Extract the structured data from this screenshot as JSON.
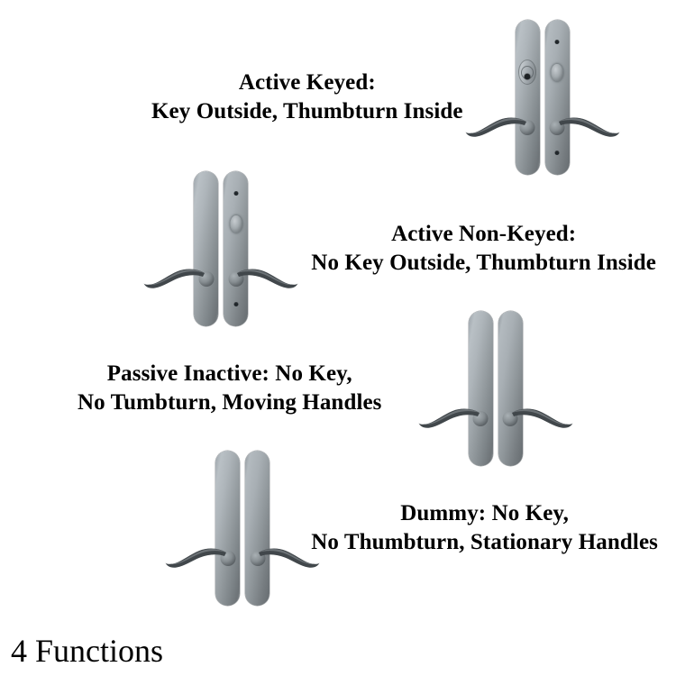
{
  "page": {
    "background_color": "#ffffff",
    "text_color": "#000000",
    "metal_color": "#9aa2a8",
    "footer_caption": "4 Functions"
  },
  "rows": [
    {
      "id": "active-keyed",
      "text_side": "left",
      "caption_lines": [
        "Active Keyed:",
        "Key Outside, Thumbturn Inside"
      ],
      "hardware": {
        "left_plate": {
          "has_keyhole": true,
          "has_thumbturn": false,
          "has_screws": false,
          "has_lever": true
        },
        "right_plate": {
          "has_keyhole": false,
          "has_thumbturn": true,
          "has_screws": true,
          "has_lever": true
        }
      }
    },
    {
      "id": "active-non-keyed",
      "text_side": "right",
      "caption_lines": [
        "Active Non-Keyed:",
        "No Key Outside, Thumbturn Inside"
      ],
      "hardware": {
        "left_plate": {
          "has_keyhole": false,
          "has_thumbturn": false,
          "has_screws": false,
          "has_lever": true
        },
        "right_plate": {
          "has_keyhole": false,
          "has_thumbturn": true,
          "has_screws": true,
          "has_lever": true
        }
      }
    },
    {
      "id": "passive-inactive",
      "text_side": "left",
      "caption_lines": [
        "Passive Inactive: No Key,",
        "No Tumbturn, Moving Handles"
      ],
      "hardware": {
        "left_plate": {
          "has_keyhole": false,
          "has_thumbturn": false,
          "has_screws": false,
          "has_lever": true
        },
        "right_plate": {
          "has_keyhole": false,
          "has_thumbturn": false,
          "has_screws": false,
          "has_lever": true
        }
      }
    },
    {
      "id": "dummy",
      "text_side": "right",
      "caption_lines": [
        "Dummy: No Key,",
        "No Thumbturn, Stationary Handles"
      ],
      "hardware": {
        "left_plate": {
          "has_keyhole": false,
          "has_thumbturn": false,
          "has_screws": false,
          "has_lever": true
        },
        "right_plate": {
          "has_keyhole": false,
          "has_thumbturn": false,
          "has_screws": false,
          "has_lever": true
        }
      }
    }
  ]
}
